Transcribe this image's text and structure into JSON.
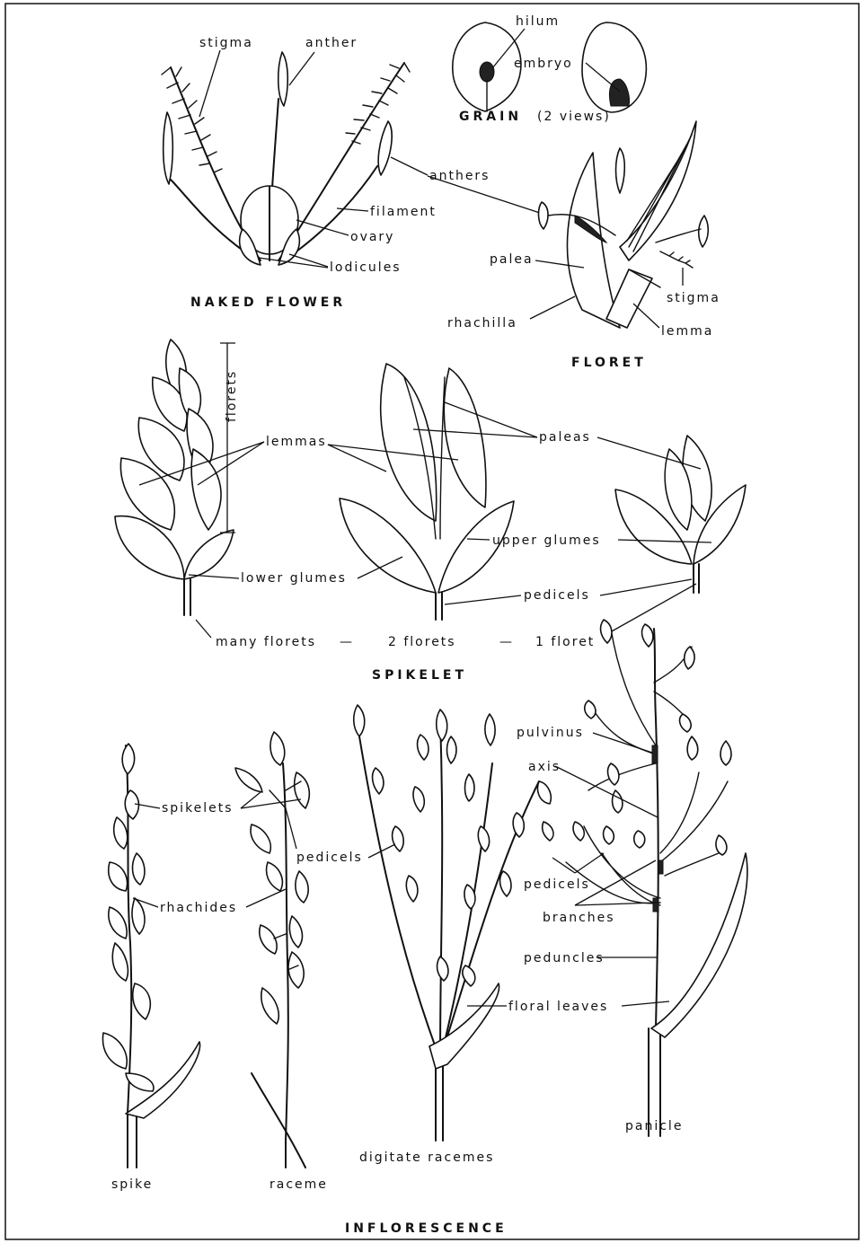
{
  "naked_flower": {
    "title": "NAKED FLOWER",
    "labels": {
      "stigma": "stigma",
      "anther": "anther",
      "anthers": "anthers",
      "filament": "filament",
      "ovary": "ovary",
      "lodicules": "lodicules"
    }
  },
  "grain": {
    "title": "GRAIN",
    "subtitle": "(2 views)",
    "labels": {
      "hilum": "hilum",
      "embryo": "embryo"
    }
  },
  "floret": {
    "title": "FLORET",
    "labels": {
      "palea": "palea",
      "rhachilla": "rhachilla",
      "stigma": "stigma",
      "lemma": "lemma"
    }
  },
  "spikelet": {
    "title": "SPIKELET",
    "labels": {
      "florets": "florets",
      "lemmas": "lemmas",
      "paleas": "paleas",
      "upper_glumes": "upper glumes",
      "lower_glumes": "lower glumes",
      "pedicels": "pedicels",
      "many_florets": "many florets",
      "dash1": "—",
      "two_florets": "2 florets",
      "dash2": "—",
      "one_floret": "1 floret"
    }
  },
  "inflorescence": {
    "title": "INFLORESCENCE",
    "labels": {
      "spikelets": "spikelets",
      "pedicels": "pedicels",
      "rhachides": "rhachides",
      "pulvinus": "pulvinus",
      "axis": "axis",
      "pedicels2": "pedicels",
      "branches": "branches",
      "peduncles": "peduncles",
      "floral_leaves": "floral leaves"
    },
    "types": {
      "spike": "spike",
      "raceme": "raceme",
      "digitate": "digitate racemes",
      "panicle": "panicle"
    }
  }
}
